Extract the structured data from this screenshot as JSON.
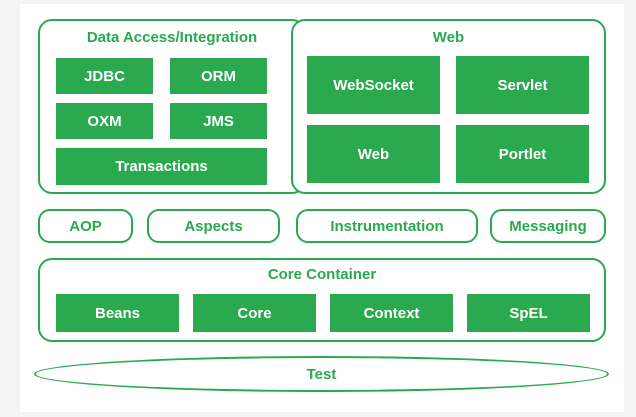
{
  "colors": {
    "accent": "#2aa94f",
    "box_text": "#ffffff",
    "background": "#ffffff"
  },
  "data_access": {
    "title": "Data Access/Integration",
    "items": [
      "JDBC",
      "ORM",
      "OXM",
      "JMS",
      "Transactions"
    ]
  },
  "web": {
    "title": "Web",
    "items": [
      "WebSocket",
      "Servlet",
      "Web",
      "Portlet"
    ]
  },
  "middle": {
    "items": [
      "AOP",
      "Aspects",
      "Instrumentation",
      "Messaging"
    ]
  },
  "core_container": {
    "title": "Core Container",
    "items": [
      "Beans",
      "Core",
      "Context",
      "SpEL"
    ]
  },
  "test": {
    "label": "Test"
  }
}
